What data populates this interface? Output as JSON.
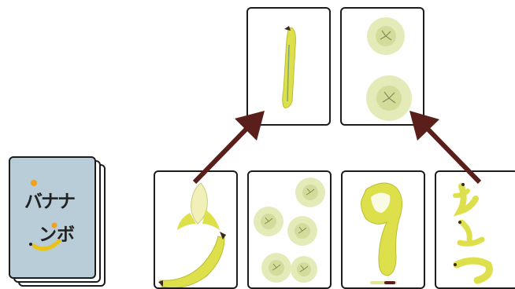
{
  "deck": {
    "logo_line1": "バナナ",
    "logo_line2": "ンボ"
  },
  "colors": {
    "banana": "#dde04a",
    "banana_dark": "#b9be2e",
    "slice": "#e4ebb8",
    "slice_inner": "#cbd68e",
    "arrow": "#5a1f1a",
    "deck_face": "#b8cdd8",
    "card_border": "#1c1c1c"
  },
  "cards": {
    "top_left": "one-banana",
    "top_right": "two-slices",
    "bottom_1": "peeled-banana-pieces",
    "bottom_2": "five-slices",
    "bottom_3": "banana-shaped-9",
    "bottom_4": "bananas-forming-hiragana"
  }
}
